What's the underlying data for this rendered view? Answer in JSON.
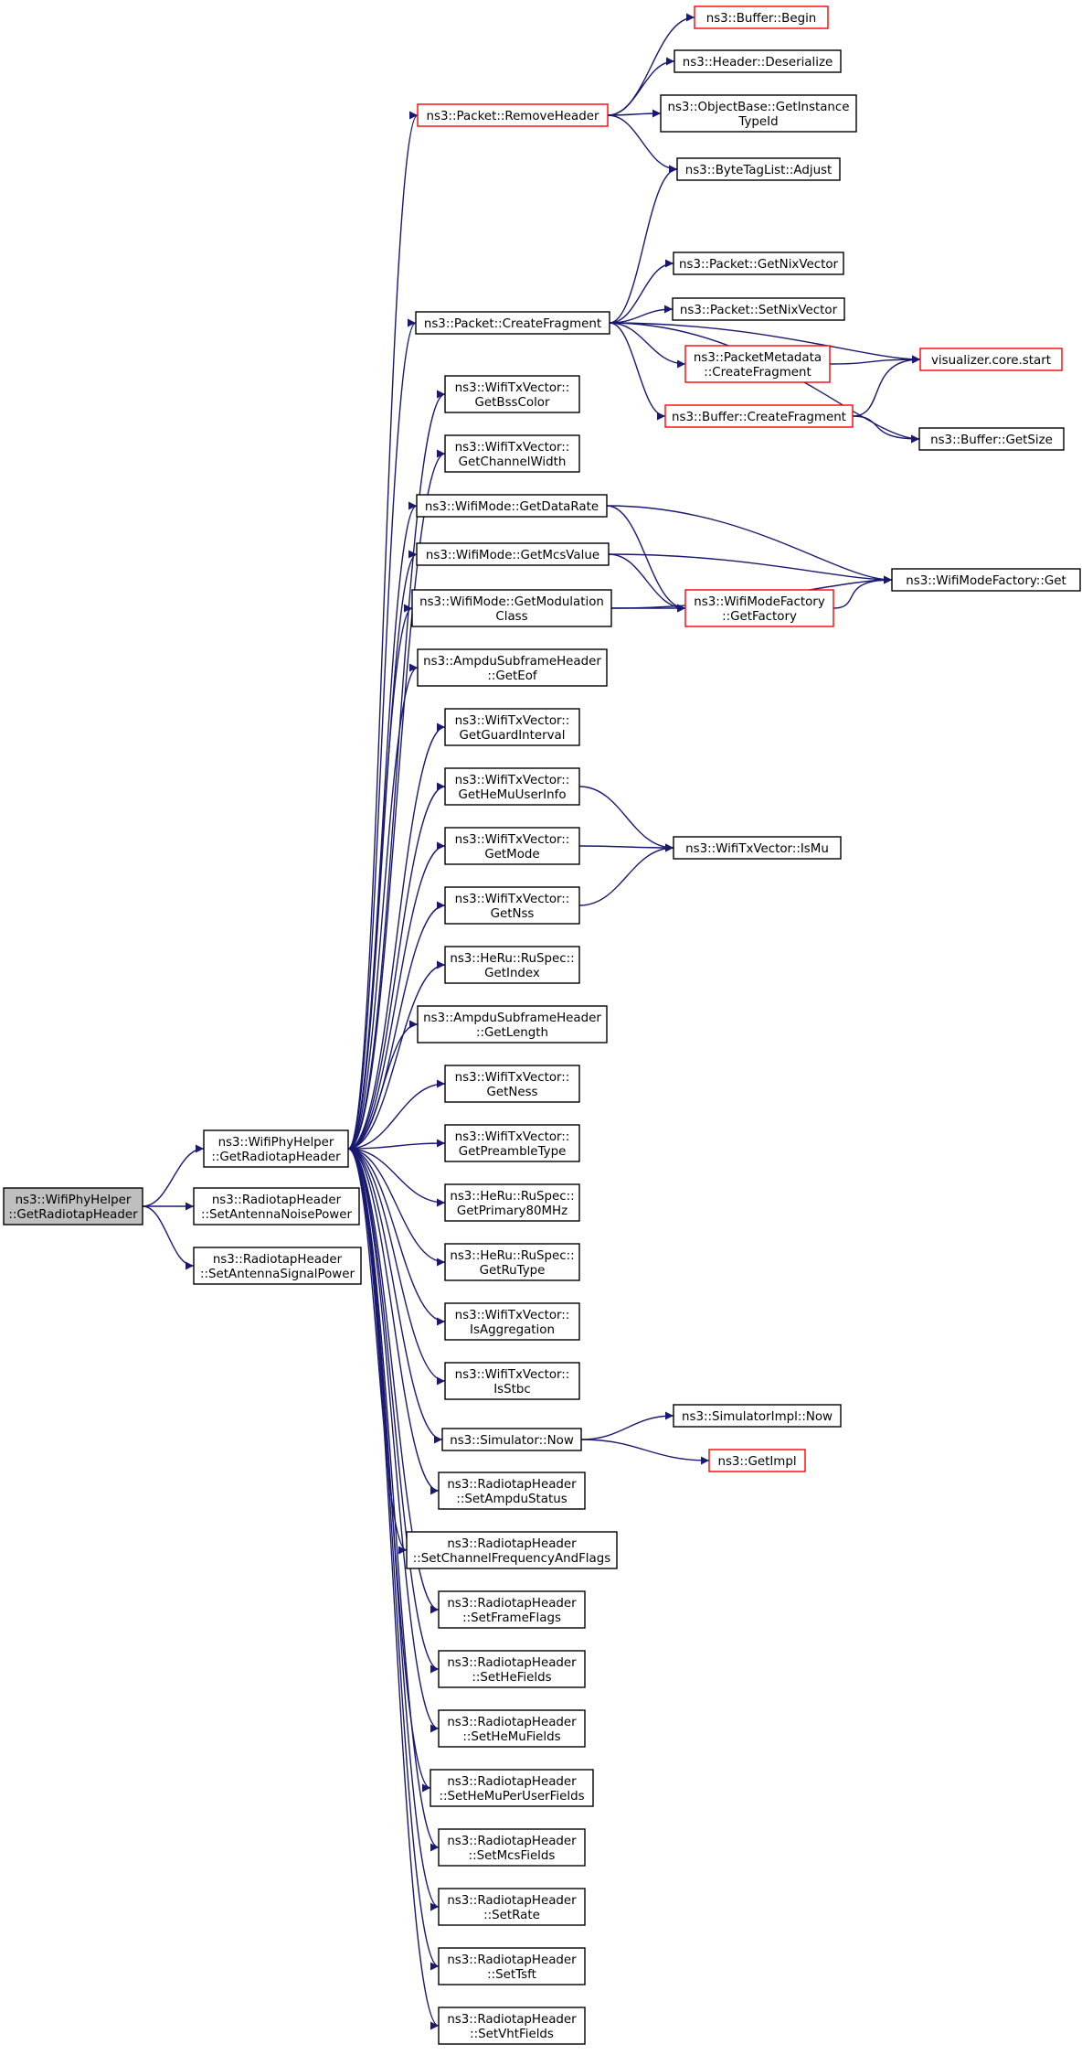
{
  "nodes": [
    {
      "id": "root",
      "lines": [
        "ns3::WifiPhyHelper",
        "::GetRadiotapHeader"
      ],
      "style": "root"
    },
    {
      "id": "gethdr",
      "lines": [
        "ns3::WifiPhyHelper",
        "::GetRadiotapHeader"
      ],
      "style": "normal"
    },
    {
      "id": "setnoise",
      "lines": [
        "ns3::RadiotapHeader",
        "::SetAntennaNoisePower"
      ],
      "style": "normal"
    },
    {
      "id": "setsignal",
      "lines": [
        "ns3::RadiotapHeader",
        "::SetAntennaSignalPower"
      ],
      "style": "normal"
    },
    {
      "id": "removehdr",
      "lines": [
        "ns3::Packet::RemoveHeader"
      ],
      "style": "red"
    },
    {
      "id": "bufbegin",
      "lines": [
        "ns3::Buffer::Begin"
      ],
      "style": "red"
    },
    {
      "id": "deser",
      "lines": [
        "ns3::Header::Deserialize"
      ],
      "style": "normal"
    },
    {
      "id": "instid",
      "lines": [
        "ns3::ObjectBase::GetInstance",
        "TypeId"
      ],
      "style": "normal"
    },
    {
      "id": "adjust",
      "lines": [
        "ns3::ByteTagList::Adjust"
      ],
      "style": "normal"
    },
    {
      "id": "createfrag",
      "lines": [
        "ns3::Packet::CreateFragment"
      ],
      "style": "normal"
    },
    {
      "id": "getnix",
      "lines": [
        "ns3::Packet::GetNixVector"
      ],
      "style": "normal"
    },
    {
      "id": "setnix",
      "lines": [
        "ns3::Packet::SetNixVector"
      ],
      "style": "normal"
    },
    {
      "id": "pmcreate",
      "lines": [
        "ns3::PacketMetadata",
        "::CreateFragment"
      ],
      "style": "red"
    },
    {
      "id": "viz",
      "lines": [
        "visualizer.core.start"
      ],
      "style": "red"
    },
    {
      "id": "bufcreate",
      "lines": [
        "ns3::Buffer::CreateFragment"
      ],
      "style": "red"
    },
    {
      "id": "bufsize",
      "lines": [
        "ns3::Buffer::GetSize"
      ],
      "style": "normal"
    },
    {
      "id": "bss",
      "lines": [
        "ns3::WifiTxVector::",
        "GetBssColor"
      ],
      "style": "normal"
    },
    {
      "id": "chw",
      "lines": [
        "ns3::WifiTxVector::",
        "GetChannelWidth"
      ],
      "style": "normal"
    },
    {
      "id": "datarate",
      "lines": [
        "ns3::WifiMode::GetDataRate"
      ],
      "style": "normal"
    },
    {
      "id": "mcsval",
      "lines": [
        "ns3::WifiMode::GetMcsValue"
      ],
      "style": "normal"
    },
    {
      "id": "modclass",
      "lines": [
        "ns3::WifiMode::GetModulation",
        "Class"
      ],
      "style": "normal"
    },
    {
      "id": "factory",
      "lines": [
        "ns3::WifiModeFactory",
        "::GetFactory"
      ],
      "style": "red"
    },
    {
      "id": "factget",
      "lines": [
        "ns3::WifiModeFactory::Get"
      ],
      "style": "normal"
    },
    {
      "id": "geteof",
      "lines": [
        "ns3::AmpduSubframeHeader",
        "::GetEof"
      ],
      "style": "normal"
    },
    {
      "id": "gi",
      "lines": [
        "ns3::WifiTxVector::",
        "GetGuardInterval"
      ],
      "style": "normal"
    },
    {
      "id": "hemu",
      "lines": [
        "ns3::WifiTxVector::",
        "GetHeMuUserInfo"
      ],
      "style": "normal"
    },
    {
      "id": "getmode",
      "lines": [
        "ns3::WifiTxVector::",
        "GetMode"
      ],
      "style": "normal"
    },
    {
      "id": "ismu",
      "lines": [
        "ns3::WifiTxVector::IsMu"
      ],
      "style": "normal"
    },
    {
      "id": "nss",
      "lines": [
        "ns3::WifiTxVector::",
        "GetNss"
      ],
      "style": "normal"
    },
    {
      "id": "ruidx",
      "lines": [
        "ns3::HeRu::RuSpec::",
        "GetIndex"
      ],
      "style": "normal"
    },
    {
      "id": "getlen",
      "lines": [
        "ns3::AmpduSubframeHeader",
        "::GetLength"
      ],
      "style": "normal"
    },
    {
      "id": "ness",
      "lines": [
        "ns3::WifiTxVector::",
        "GetNess"
      ],
      "style": "normal"
    },
    {
      "id": "preamble",
      "lines": [
        "ns3::WifiTxVector::",
        "GetPreambleType"
      ],
      "style": "normal"
    },
    {
      "id": "p80",
      "lines": [
        "ns3::HeRu::RuSpec::",
        "GetPrimary80MHz"
      ],
      "style": "normal"
    },
    {
      "id": "rutype",
      "lines": [
        "ns3::HeRu::RuSpec::",
        "GetRuType"
      ],
      "style": "normal"
    },
    {
      "id": "isagg",
      "lines": [
        "ns3::WifiTxVector::",
        "IsAggregation"
      ],
      "style": "normal"
    },
    {
      "id": "isstbc",
      "lines": [
        "ns3::WifiTxVector::",
        "IsStbc"
      ],
      "style": "normal"
    },
    {
      "id": "simnow",
      "lines": [
        "ns3::Simulator::Now"
      ],
      "style": "normal"
    },
    {
      "id": "implnow",
      "lines": [
        "ns3::SimulatorImpl::Now"
      ],
      "style": "normal"
    },
    {
      "id": "getimpl",
      "lines": [
        "ns3::GetImpl"
      ],
      "style": "red"
    },
    {
      "id": "ampdu",
      "lines": [
        "ns3::RadiotapHeader",
        "::SetAmpduStatus"
      ],
      "style": "normal"
    },
    {
      "id": "chfreq",
      "lines": [
        "ns3::RadiotapHeader",
        "::SetChannelFrequencyAndFlags"
      ],
      "style": "normal"
    },
    {
      "id": "frameflags",
      "lines": [
        "ns3::RadiotapHeader",
        "::SetFrameFlags"
      ],
      "style": "normal"
    },
    {
      "id": "hefields",
      "lines": [
        "ns3::RadiotapHeader",
        "::SetHeFields"
      ],
      "style": "normal"
    },
    {
      "id": "hemufields",
      "lines": [
        "ns3::RadiotapHeader",
        "::SetHeMuFields"
      ],
      "style": "normal"
    },
    {
      "id": "hemuper",
      "lines": [
        "ns3::RadiotapHeader",
        "::SetHeMuPerUserFields"
      ],
      "style": "normal"
    },
    {
      "id": "mcsfields",
      "lines": [
        "ns3::RadiotapHeader",
        "::SetMcsFields"
      ],
      "style": "normal"
    },
    {
      "id": "setrate",
      "lines": [
        "ns3::RadiotapHeader",
        "::SetRate"
      ],
      "style": "normal"
    },
    {
      "id": "tsft",
      "lines": [
        "ns3::RadiotapHeader",
        "::SetTsft"
      ],
      "style": "normal"
    },
    {
      "id": "vht",
      "lines": [
        "ns3::RadiotapHeader",
        "::SetVhtFields"
      ],
      "style": "normal"
    }
  ],
  "edges": [
    [
      "root",
      "gethdr"
    ],
    [
      "root",
      "setnoise"
    ],
    [
      "root",
      "setsignal"
    ],
    [
      "gethdr",
      "removehdr"
    ],
    [
      "gethdr",
      "createfrag"
    ],
    [
      "gethdr",
      "bss"
    ],
    [
      "gethdr",
      "chw"
    ],
    [
      "gethdr",
      "datarate"
    ],
    [
      "gethdr",
      "mcsval"
    ],
    [
      "gethdr",
      "modclass"
    ],
    [
      "gethdr",
      "geteof"
    ],
    [
      "gethdr",
      "gi"
    ],
    [
      "gethdr",
      "hemu"
    ],
    [
      "gethdr",
      "getmode"
    ],
    [
      "gethdr",
      "nss"
    ],
    [
      "gethdr",
      "ruidx"
    ],
    [
      "gethdr",
      "getlen"
    ],
    [
      "gethdr",
      "ness"
    ],
    [
      "gethdr",
      "preamble"
    ],
    [
      "gethdr",
      "p80"
    ],
    [
      "gethdr",
      "rutype"
    ],
    [
      "gethdr",
      "isagg"
    ],
    [
      "gethdr",
      "isstbc"
    ],
    [
      "gethdr",
      "simnow"
    ],
    [
      "gethdr",
      "ampdu"
    ],
    [
      "gethdr",
      "chfreq"
    ],
    [
      "gethdr",
      "frameflags"
    ],
    [
      "gethdr",
      "hefields"
    ],
    [
      "gethdr",
      "hemufields"
    ],
    [
      "gethdr",
      "hemuper"
    ],
    [
      "gethdr",
      "mcsfields"
    ],
    [
      "gethdr",
      "setrate"
    ],
    [
      "gethdr",
      "tsft"
    ],
    [
      "gethdr",
      "vht"
    ],
    [
      "removehdr",
      "bufbegin"
    ],
    [
      "removehdr",
      "deser"
    ],
    [
      "removehdr",
      "instid"
    ],
    [
      "removehdr",
      "adjust"
    ],
    [
      "createfrag",
      "adjust"
    ],
    [
      "createfrag",
      "getnix"
    ],
    [
      "createfrag",
      "setnix"
    ],
    [
      "createfrag",
      "pmcreate"
    ],
    [
      "createfrag",
      "viz"
    ],
    [
      "createfrag",
      "bufcreate"
    ],
    [
      "createfrag",
      "bufsize"
    ],
    [
      "pmcreate",
      "viz"
    ],
    [
      "bufcreate",
      "viz"
    ],
    [
      "bufcreate",
      "bufsize"
    ],
    [
      "datarate",
      "factory"
    ],
    [
      "datarate",
      "factget"
    ],
    [
      "mcsval",
      "factory"
    ],
    [
      "mcsval",
      "factget"
    ],
    [
      "modclass",
      "factory"
    ],
    [
      "modclass",
      "factget"
    ],
    [
      "factory",
      "factget"
    ],
    [
      "hemu",
      "ismu"
    ],
    [
      "getmode",
      "ismu"
    ],
    [
      "nss",
      "ismu"
    ],
    [
      "simnow",
      "implnow"
    ],
    [
      "simnow",
      "getimpl"
    ]
  ]
}
